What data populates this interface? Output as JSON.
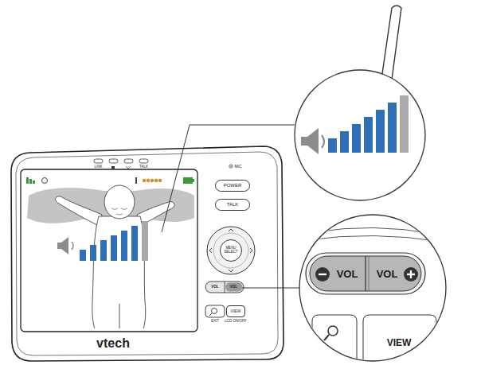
{
  "diagram": {
    "nodes": [
      {
        "text": [
          "POWER"
        ]
      },
      {
        "text": [
          "TALK"
        ]
      },
      {
        "text": [
          "MENU SELECT"
        ]
      },
      {
        "text": [
          "VIEW"
        ]
      },
      {
        "text": [
          "VOL"
        ]
      },
      {
        "text": [
          "VOL"
        ]
      },
      {
        "text": [
          "VIEW"
        ]
      }
    ],
    "labels": [
      "LINK",
      "TALK",
      "MIC",
      "VOL",
      "VOL",
      "EXIT",
      "LCD ON/OFF",
      "vtech"
    ]
  }
}
